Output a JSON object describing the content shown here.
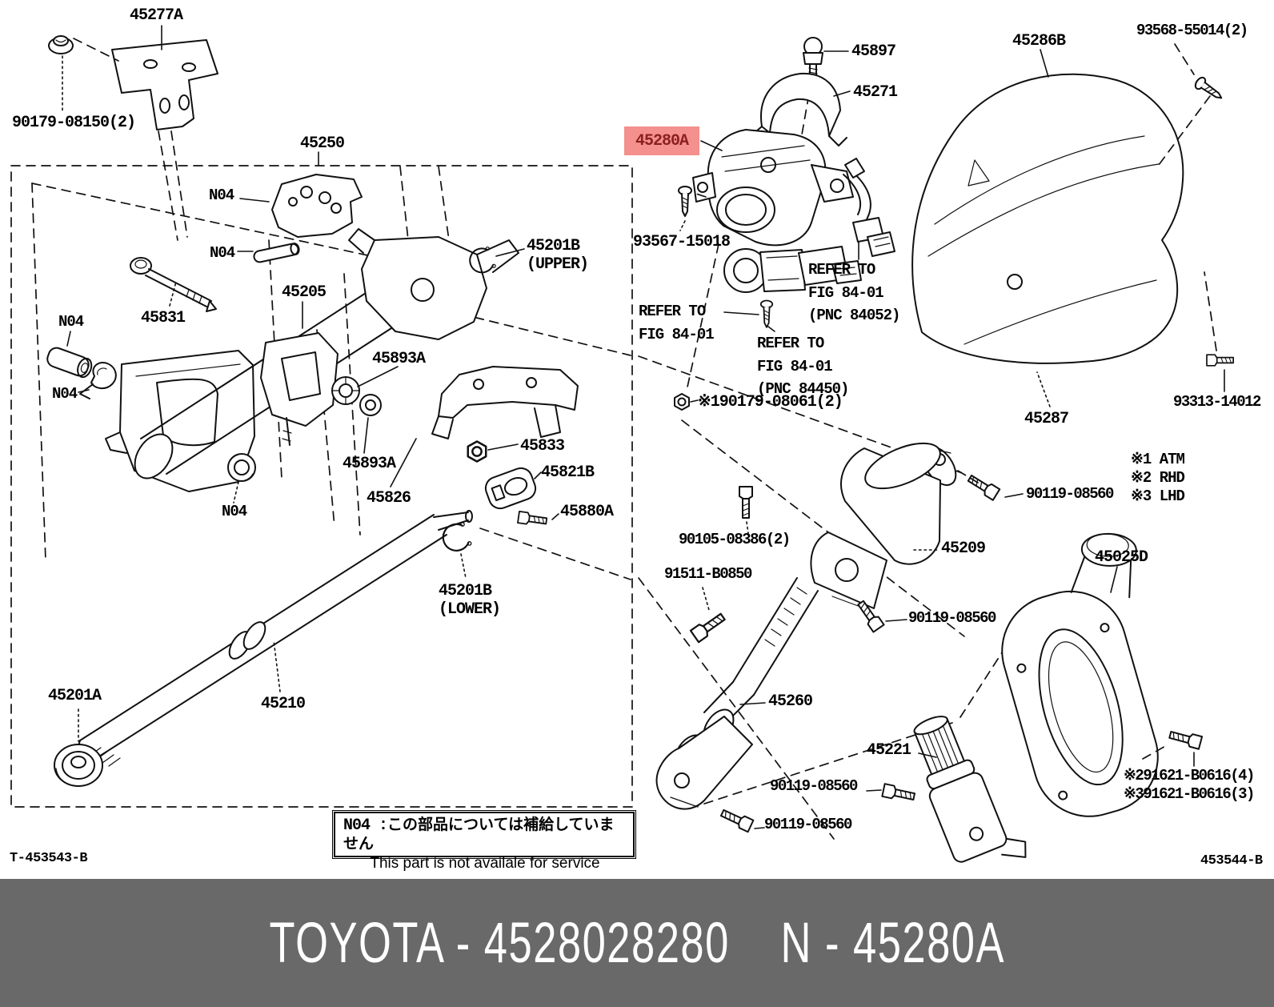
{
  "doc": {
    "footer_left": "T-453543-B",
    "footer_right": "453544-B",
    "banner": {
      "left": "TOYOTA - 4528028280",
      "right": "N - 45280A",
      "bg": "#696969",
      "fg": "#ffffff"
    },
    "note": {
      "code": "N04 :",
      "jp": "この部品については補給していません",
      "en": "This part is not availale for service"
    },
    "highlight": {
      "bg": "#f4908e",
      "fg": "#8b2020",
      "part": "45280A"
    }
  },
  "labels": [
    {
      "name": "45277a",
      "text": "45277A"
    },
    {
      "name": "90179-08150",
      "text": "90179-08150(2)"
    },
    {
      "name": "45250",
      "text": "45250"
    },
    {
      "name": "n04-a",
      "text": "N04"
    },
    {
      "name": "n04-b",
      "text": "N04"
    },
    {
      "name": "45201b-upper",
      "text": "45201B\n(UPPER)"
    },
    {
      "name": "45831",
      "text": "45831"
    },
    {
      "name": "45205",
      "text": "45205"
    },
    {
      "name": "n04-c",
      "text": "N04"
    },
    {
      "name": "45893a-1",
      "text": "45893A"
    },
    {
      "name": "n04-d",
      "text": "N04"
    },
    {
      "name": "45833",
      "text": "45833"
    },
    {
      "name": "45893a-2",
      "text": "45893A"
    },
    {
      "name": "45821b",
      "text": "45821B"
    },
    {
      "name": "45826",
      "text": "45826"
    },
    {
      "name": "45880a",
      "text": "45880A"
    },
    {
      "name": "n04-e",
      "text": "N04"
    },
    {
      "name": "45201b-lower",
      "text": "45201B\n(LOWER)"
    },
    {
      "name": "45201a",
      "text": "45201A"
    },
    {
      "name": "45210",
      "text": "45210"
    },
    {
      "name": "45897",
      "text": "45897"
    },
    {
      "name": "45271",
      "text": "45271"
    },
    {
      "name": "45280a",
      "text": "45280A"
    },
    {
      "name": "93567-15018",
      "text": "93567-15018"
    },
    {
      "name": "refer-fig-8401",
      "text": "REFER TO\nFIG 84-01"
    },
    {
      "name": "refer-pnc-84052",
      "text": "REFER TO\nFIG 84-01\n(PNC 84052)"
    },
    {
      "name": "refer-pnc-84450",
      "text": "REFER TO\nFIG 84-01\n(PNC 84450)"
    },
    {
      "name": "90179-08061",
      "text": "※190179-08061(2)"
    },
    {
      "name": "45286b",
      "text": "45286B"
    },
    {
      "name": "93568-55014",
      "text": "93568-55014(2)"
    },
    {
      "name": "93313-14012",
      "text": "93313-14012"
    },
    {
      "name": "45287",
      "text": "45287"
    },
    {
      "name": "90119-08560-1",
      "text": "90119-08560"
    },
    {
      "name": "note-atm",
      "text": "※1 ATM"
    },
    {
      "name": "note-rhd",
      "text": "※2 RHD"
    },
    {
      "name": "note-lhd",
      "text": "※3 LHD"
    },
    {
      "name": "90105-08386",
      "text": "90105-08386(2)"
    },
    {
      "name": "91511-b0850",
      "text": "91511-B0850"
    },
    {
      "name": "45209",
      "text": "45209"
    },
    {
      "name": "45025d",
      "text": "45025D"
    },
    {
      "name": "90119-08560-2",
      "text": "90119-08560"
    },
    {
      "name": "45260",
      "text": "45260"
    },
    {
      "name": "45221",
      "text": "45221"
    },
    {
      "name": "90119-08560-3",
      "text": "90119-08560"
    },
    {
      "name": "90119-08560-4",
      "text": "90119-08560"
    },
    {
      "name": "91621-b0616-4",
      "text": "※291621-B0616(4)"
    },
    {
      "name": "91621-b0616-3",
      "text": "※391621-B0616(3)"
    }
  ]
}
